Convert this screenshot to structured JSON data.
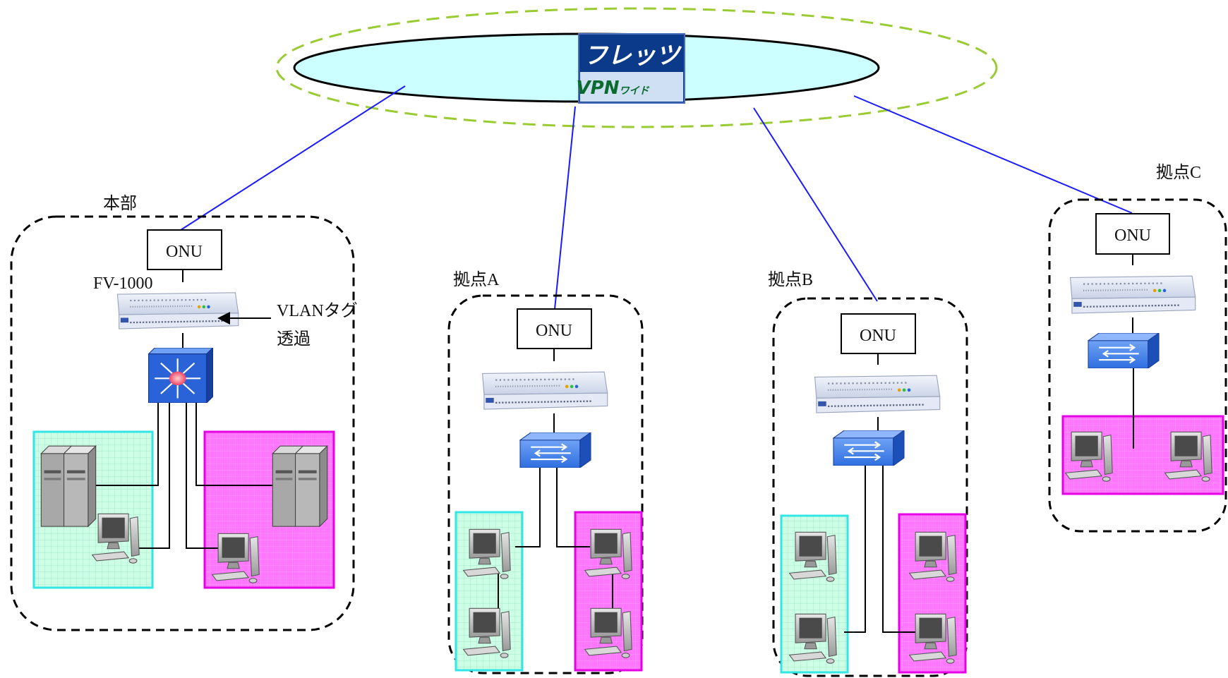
{
  "network": {
    "logo_line1": "フレッツ",
    "logo_line2_main": "VPN",
    "logo_line2_sub": "ワイド"
  },
  "sites": {
    "honbu": {
      "label": "本部",
      "onu": "ONU",
      "router_label": "FV-1000",
      "note_line1": "VLANタグ",
      "note_line2": "透過"
    },
    "a": {
      "label": "拠点A",
      "onu": "ONU"
    },
    "b": {
      "label": "拠点B",
      "onu": "ONU"
    },
    "c": {
      "label": "拠点C",
      "onu": "ONU"
    }
  },
  "colors": {
    "cloud_fill": "#ccffff",
    "outer_ring": "#99cc33",
    "wan_link": "#1a1aff",
    "vlan_green": "#ccffe6",
    "vlan_green_border": "#33e6e6",
    "vlan_magenta": "#ff66ff",
    "vlan_magenta_border": "#e600e6",
    "logo_bg": "#0b3a8a"
  }
}
